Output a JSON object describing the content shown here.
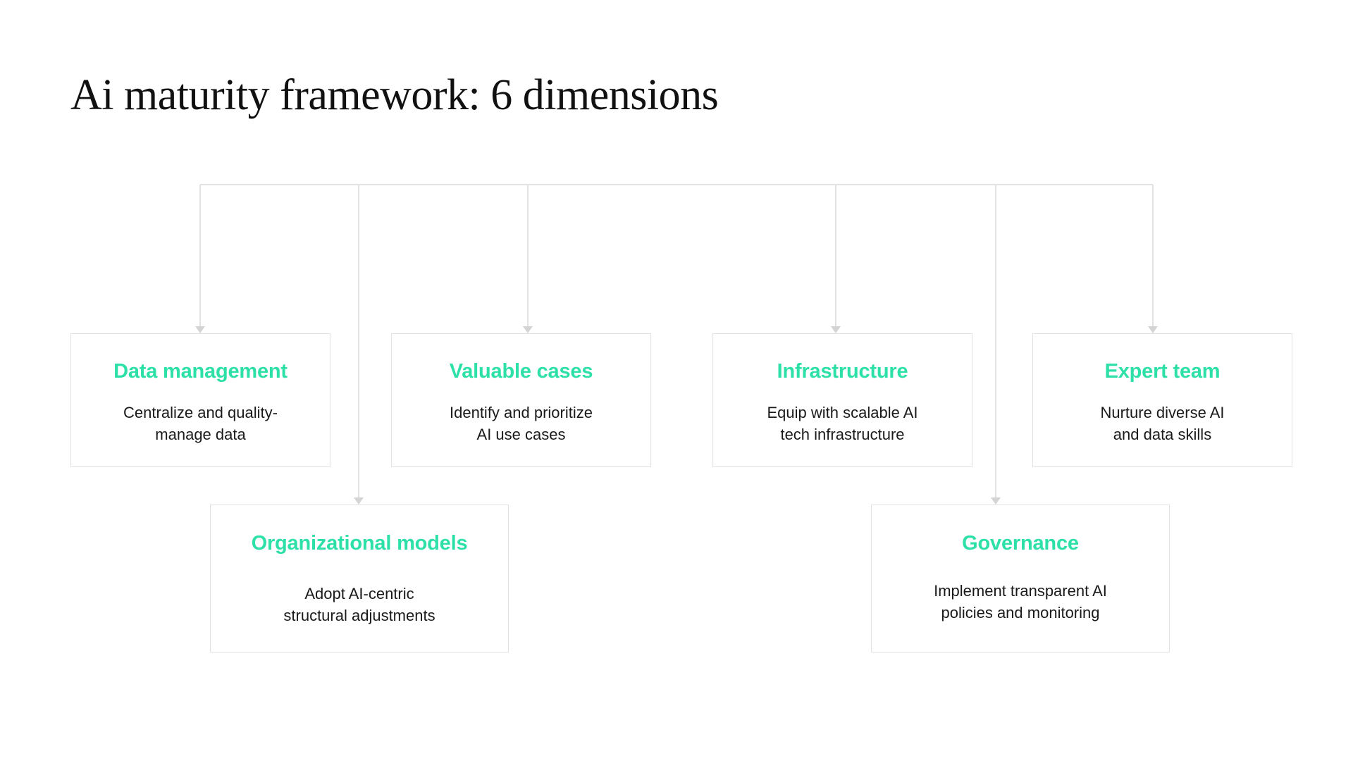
{
  "slide": {
    "title": "Ai maturity framework: 6 dimensions",
    "background_color": "#ffffff",
    "accent_color": "#2ce0a8",
    "text_color": "#1a1a1a",
    "line_color": "#e2e2e2"
  },
  "diagram": {
    "type": "tree",
    "connector_style": "orthogonal-bus-with-arrowheads",
    "bus_label": "",
    "cards": [
      {
        "id": "data-management",
        "title": "Data management",
        "desc_lines": [
          "Centralize and quality-",
          "manage data"
        ],
        "row": "top"
      },
      {
        "id": "valuable-cases",
        "title": "Valuable cases",
        "desc_lines": [
          "Identify and prioritize",
          "AI use cases"
        ],
        "row": "top"
      },
      {
        "id": "infrastructure",
        "title": "Infrastructure",
        "desc_lines": [
          "Equip with scalable AI",
          "tech infrastructure"
        ],
        "row": "top"
      },
      {
        "id": "expert-team",
        "title": "Expert team",
        "desc_lines": [
          "Nurture diverse AI",
          "and data skills"
        ],
        "row": "top"
      },
      {
        "id": "organizational-models",
        "title": "Organizational models",
        "desc_lines": [
          "Adopt AI-centric",
          "structural adjustments"
        ],
        "row": "bottom"
      },
      {
        "id": "governance",
        "title": "Governance",
        "desc_lines": [
          "Implement transparent AI",
          "policies and monitoring"
        ],
        "row": "bottom"
      }
    ]
  }
}
